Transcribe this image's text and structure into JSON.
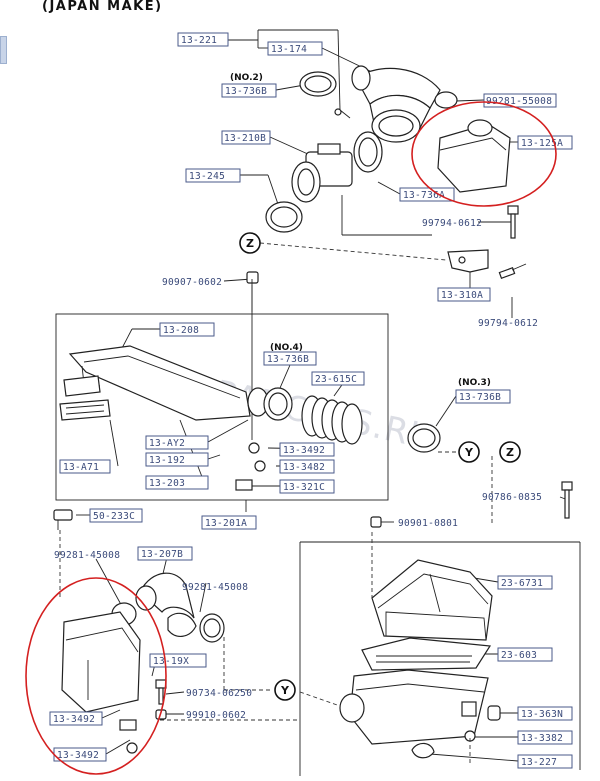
{
  "header": {
    "title": "(JAPAN MAKE)"
  },
  "watermark": "www.JAPANCATS.RU",
  "variant_notes": [
    "(NO.2)",
    "(NO.4)",
    "(NO.3)"
  ],
  "reference_circles": [
    "Z",
    "Y",
    "Z",
    "Y"
  ],
  "part_labels": {
    "l1": "13-221",
    "l2": "13-174",
    "l3": "13-736B",
    "l4": "99281-55008",
    "l5": "13-210B",
    "l6": "13-125A",
    "l7": "13-245",
    "l8": "13-736A",
    "l9": "99794-0612",
    "l10": "90907-0602",
    "l11": "13-310A",
    "l12": "99794-0612",
    "l13": "13-208",
    "l14": "13-736B",
    "l15": "23-615C",
    "l16": "13-736B",
    "l17": "13-AY2",
    "l18": "13-3492",
    "l19": "13-192",
    "l20": "13-3482",
    "l21": "13-A71",
    "l22": "13-203",
    "l23": "13-321C",
    "l24": "90786-0835",
    "l25": "50-233C",
    "l26": "13-201A",
    "l27": "90901-0801",
    "l28": "99281-45008",
    "l29": "13-207B",
    "l30": "99281-45008",
    "l31": "23-6731",
    "l32": "13-19X",
    "l33": "23-603",
    "l34": "90734-06250",
    "l35": "99910-0602",
    "l36": "13-3492",
    "l37": "13-363N",
    "l38": "13-3492",
    "l39": "13-3382",
    "l40": "13-227"
  },
  "highlight_color": "#d42020"
}
